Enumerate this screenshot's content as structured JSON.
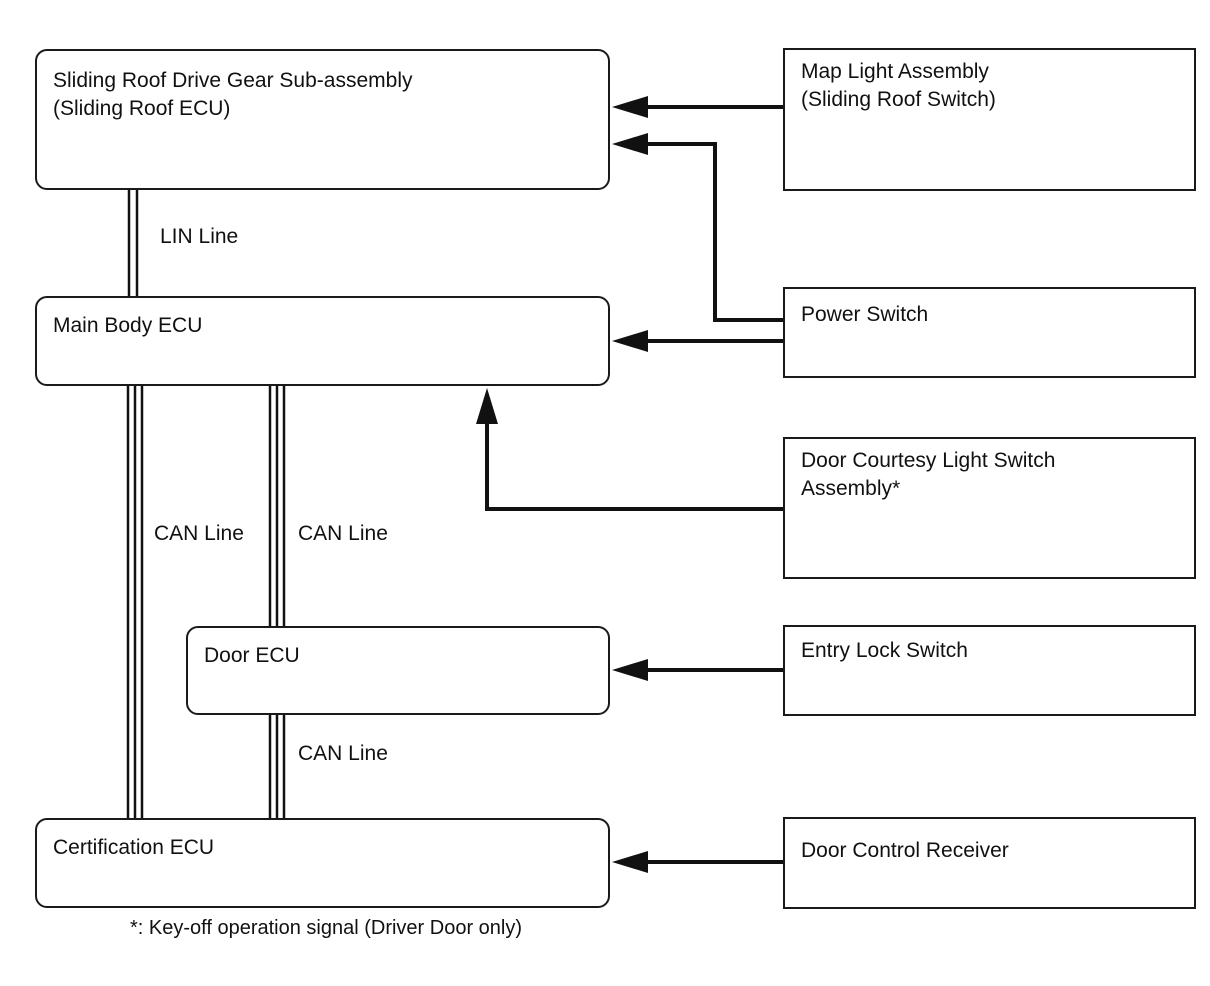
{
  "ecus": {
    "sliding_roof": "Sliding Roof Drive Gear Sub-assembly\n(Sliding Roof ECU)",
    "main_body": "Main Body ECU",
    "door": "Door ECU",
    "certification": "Certification ECU"
  },
  "inputs": {
    "map_light": "Map Light Assembly\n(Sliding Roof Switch)",
    "power_switch": "Power Switch",
    "door_courtesy": "Door Courtesy Light Switch\nAssembly*",
    "entry_lock": "Entry Lock Switch",
    "door_control_receiver": "Door Control Receiver"
  },
  "bus_labels": {
    "lin": "LIN Line",
    "can_main_cert": "CAN Line",
    "can_main_door": "CAN Line",
    "can_door_cert": "CAN Line"
  },
  "footnote": "*: Key-off operation signal (Driver Door only)"
}
